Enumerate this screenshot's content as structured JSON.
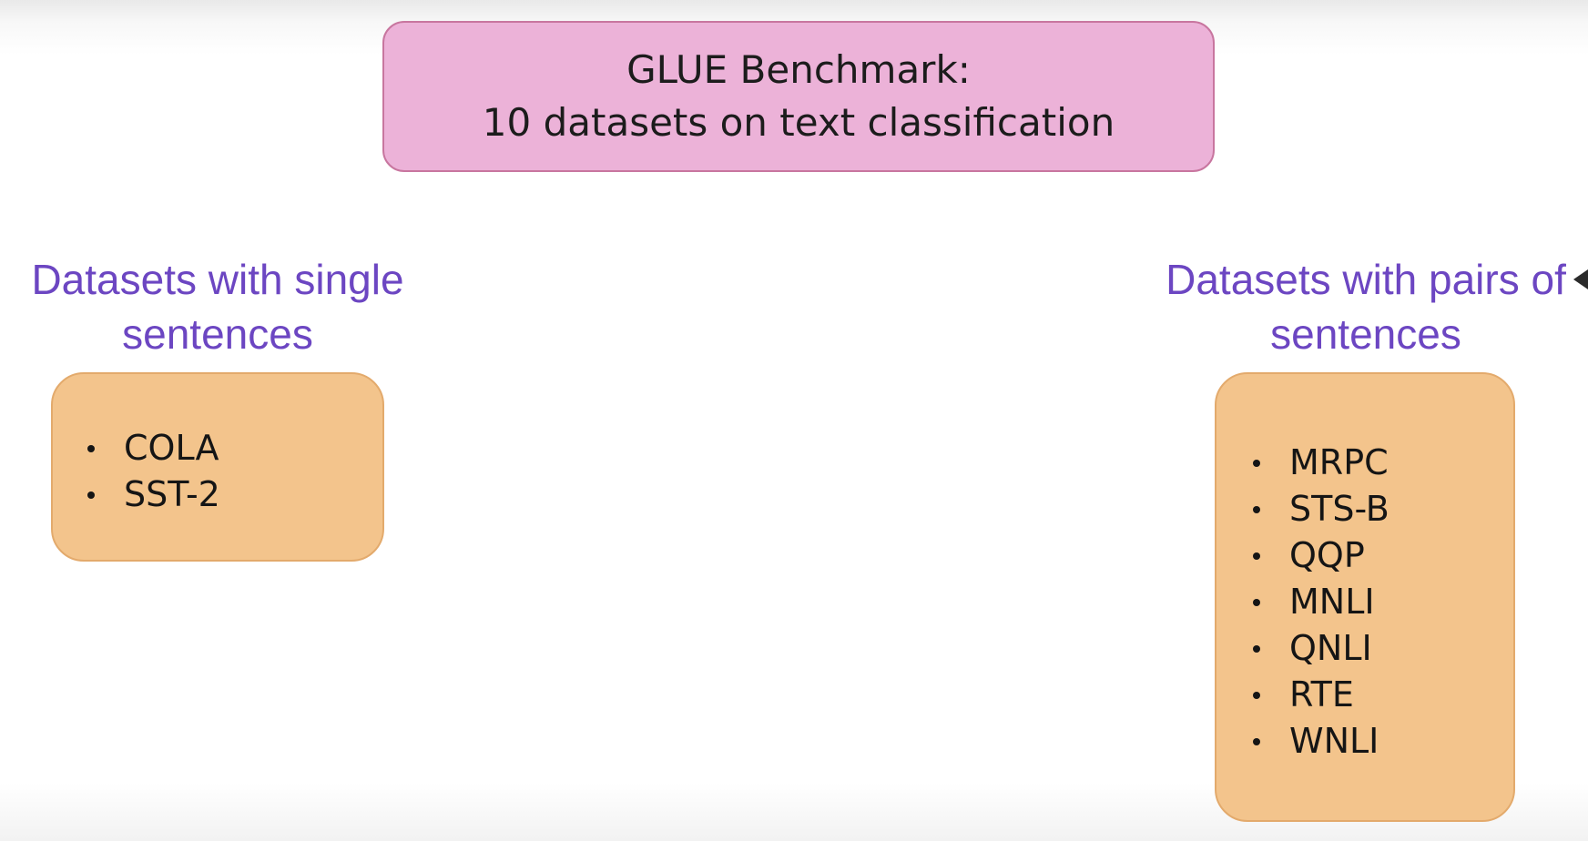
{
  "title": {
    "line1": "GLUE Benchmark:",
    "line2": "10 datasets on text classification"
  },
  "single": {
    "heading_line1": "Datasets with single",
    "heading_line2": "sentences",
    "items": [
      "COLA",
      "SST-2"
    ]
  },
  "pairs": {
    "heading_line1": "Datasets with pairs of",
    "heading_line2": "sentences",
    "items": [
      "MRPC",
      "STS-B",
      "QQP",
      "MNLI",
      "QNLI",
      "RTE",
      "WNLI"
    ]
  },
  "colors": {
    "title_fill": "#ecb2d8",
    "card_fill": "#f3c48c",
    "heading_text": "#6c46c2"
  },
  "icons": {
    "cursor": "mouse-pointer-icon"
  }
}
